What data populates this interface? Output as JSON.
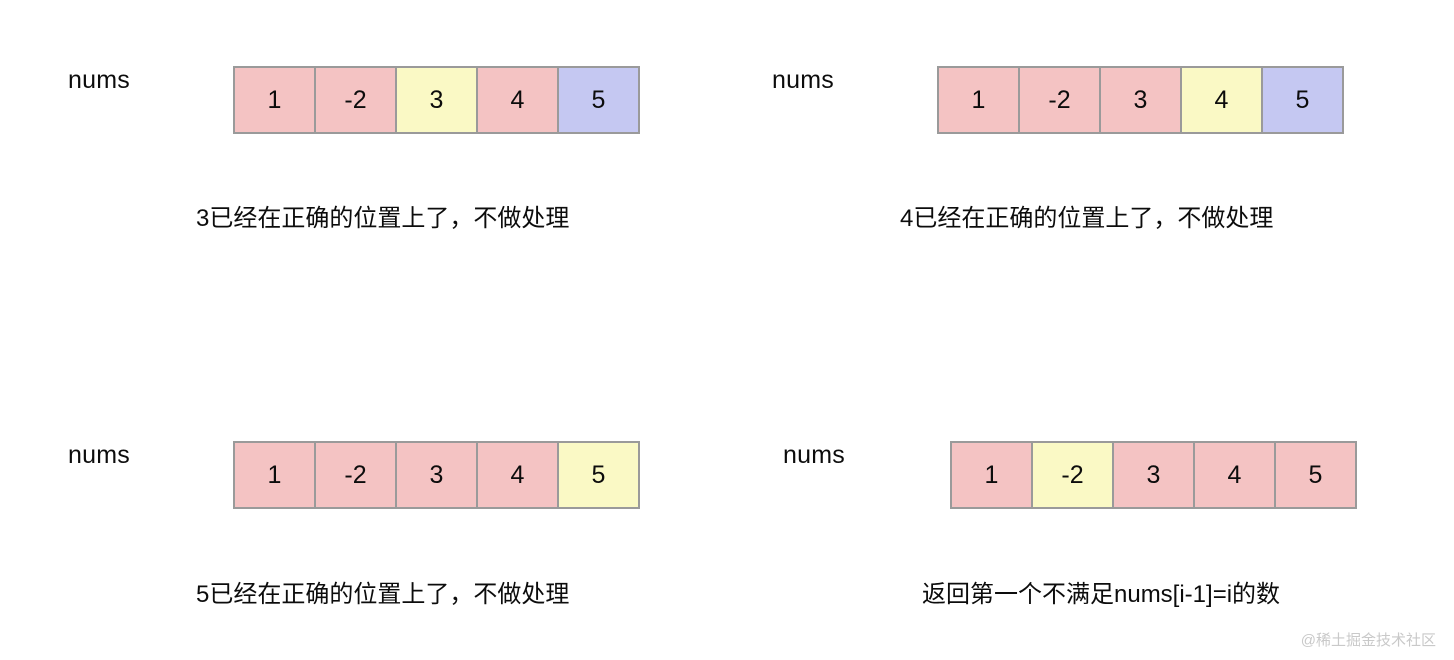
{
  "colors": {
    "pink": "#f4c3c3",
    "yellow": "#faf9c5",
    "blue": "#c5c8f2",
    "border": "#9a9a9a",
    "background": "#ffffff",
    "text": "#0c0c0c",
    "watermark": "#c9c9c9"
  },
  "watermark": "@稀土掘金技术社区",
  "panels": [
    {
      "id": "panel-1",
      "label": "nums",
      "cells": [
        {
          "value": "1",
          "color": "pink"
        },
        {
          "value": "-2",
          "color": "pink"
        },
        {
          "value": "3",
          "color": "yellow"
        },
        {
          "value": "4",
          "color": "pink"
        },
        {
          "value": "5",
          "color": "blue"
        }
      ],
      "caption": "3已经在正确的位置上了，不做处理"
    },
    {
      "id": "panel-2",
      "label": "nums",
      "cells": [
        {
          "value": "1",
          "color": "pink"
        },
        {
          "value": "-2",
          "color": "pink"
        },
        {
          "value": "3",
          "color": "pink"
        },
        {
          "value": "4",
          "color": "yellow"
        },
        {
          "value": "5",
          "color": "blue"
        }
      ],
      "caption": "4已经在正确的位置上了，不做处理"
    },
    {
      "id": "panel-3",
      "label": "nums",
      "cells": [
        {
          "value": "1",
          "color": "pink"
        },
        {
          "value": "-2",
          "color": "pink"
        },
        {
          "value": "3",
          "color": "pink"
        },
        {
          "value": "4",
          "color": "pink"
        },
        {
          "value": "5",
          "color": "yellow"
        }
      ],
      "caption": "5已经在正确的位置上了，不做处理"
    },
    {
      "id": "panel-4",
      "label": "nums",
      "cells": [
        {
          "value": "1",
          "color": "pink"
        },
        {
          "value": "-2",
          "color": "yellow"
        },
        {
          "value": "3",
          "color": "pink"
        },
        {
          "value": "4",
          "color": "pink"
        },
        {
          "value": "5",
          "color": "pink"
        }
      ],
      "caption": "返回第一个不满足nums[i-1]=i的数"
    }
  ]
}
